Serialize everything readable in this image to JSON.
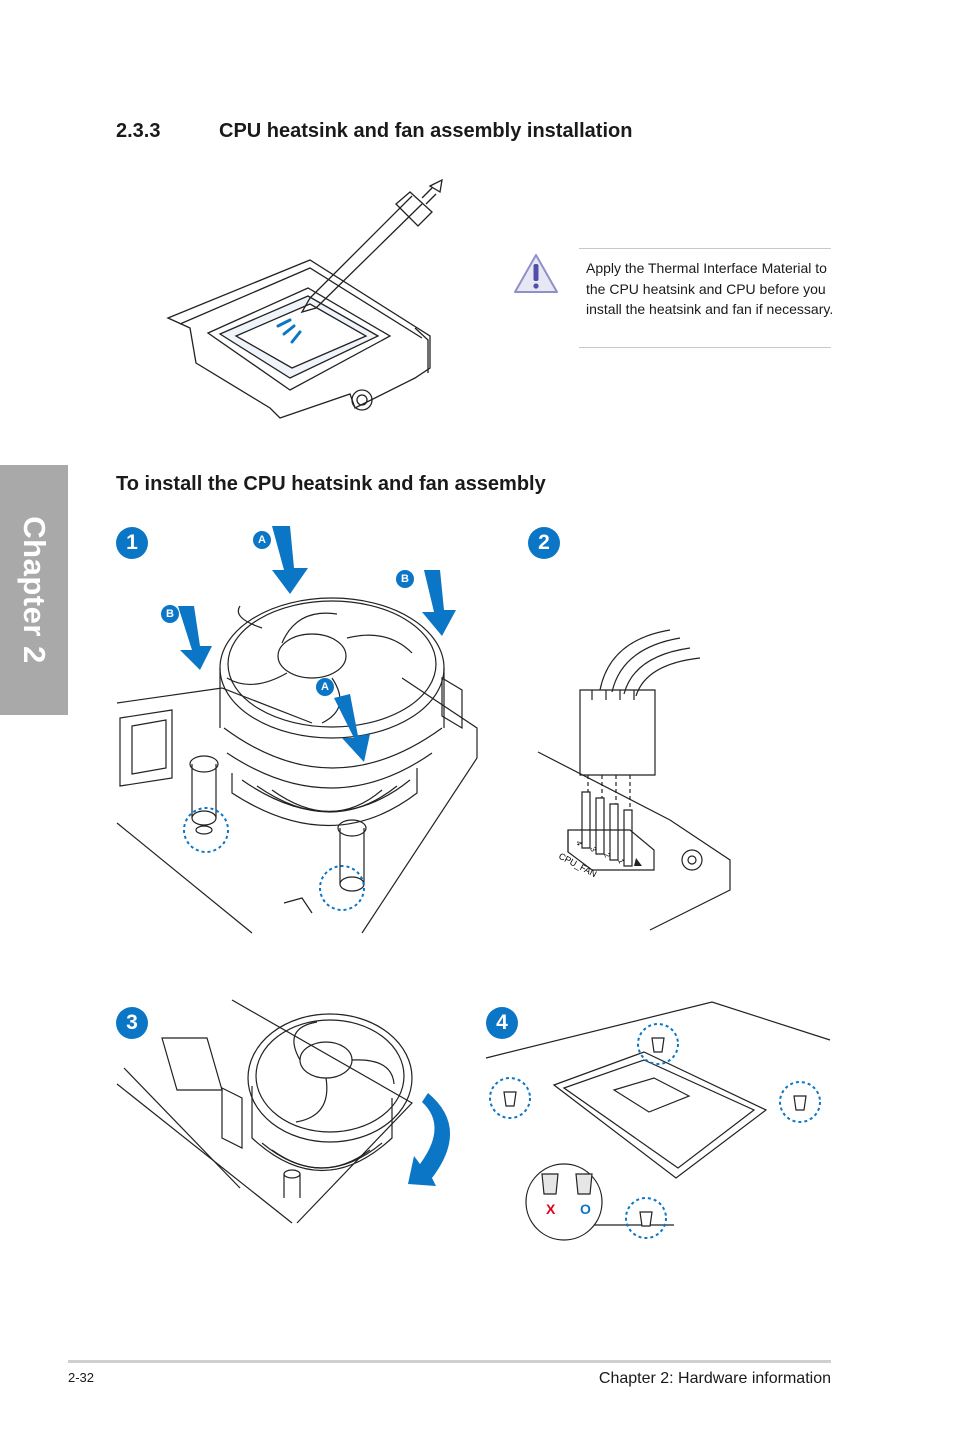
{
  "section": {
    "number": "2.3.3",
    "title": "CPU heatsink and fan assembly installation"
  },
  "note": {
    "icon": "warning-icon",
    "text": "Apply the Thermal Interface Material to the CPU heatsink and CPU before you install the heatsink and fan if necessary."
  },
  "procedure": {
    "heading": "To install the CPU heatsink and fan assembly",
    "steps": [
      "1",
      "2",
      "3",
      "4"
    ],
    "callouts": {
      "a": "A",
      "b": "B"
    },
    "connector": {
      "label": "CPU_FAN",
      "pins": [
        "4",
        "3",
        "2",
        "1"
      ]
    },
    "push_pin_marks": {
      "wrong": "X",
      "right": "O"
    }
  },
  "sidebar": {
    "chapter_tab": "Chapter 2"
  },
  "footer": {
    "page_number": "2-32",
    "chapter_title": "Chapter 2: Hardware information"
  },
  "colors": {
    "accent_blue": "#0b76c6",
    "tab_gray": "#a9a9a9",
    "wrong_mark": "#e0001b",
    "right_mark": "#0b76c6"
  }
}
